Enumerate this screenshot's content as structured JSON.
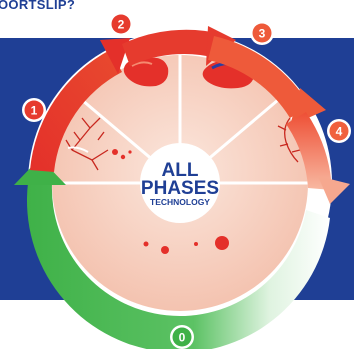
{
  "header": {
    "title": "OORTSLIP?"
  },
  "center": {
    "line1": "ALL",
    "line2": "PHASES",
    "line3": "TECHNOLOGY"
  },
  "phases": [
    {
      "label": "0",
      "color": "#3fb148"
    },
    {
      "label": "1",
      "color": "#e63b2e"
    },
    {
      "label": "2",
      "color": "#e63b2e"
    },
    {
      "label": "3",
      "color": "#ee5a3a"
    },
    {
      "label": "4",
      "color": "#f0603d"
    }
  ],
  "colors": {
    "background_band": "#1f3f95",
    "red": "#e4302a",
    "green": "#3fb148",
    "segment_fill": "#f7d3c4"
  }
}
